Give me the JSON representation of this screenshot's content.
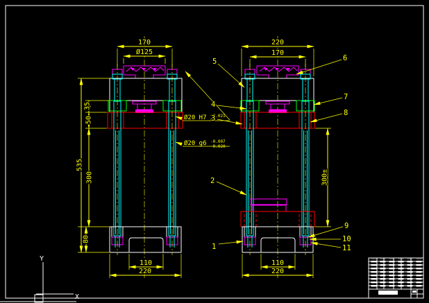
{
  "drawing": {
    "background": "#000000",
    "colors": {
      "outline": "#ffffff",
      "dimension": "#ffff00",
      "part": "#ff00ff",
      "pillar": "#00ffff",
      "plate": "#ff0000",
      "bushing": "#00ff00"
    }
  },
  "left_view": {
    "dim_pillar_spacing": "170",
    "dim_cap_diameter": "Ø125",
    "dim_total_height": "535",
    "dim_pillar_length": "300",
    "dim_pad_thickness": "35",
    "dim_plate_thickness": "50",
    "dim_base_height": "80",
    "dim_notch_width": "110",
    "dim_base_width": "220"
  },
  "right_view": {
    "dim_plate_width": "220",
    "dim_pillar_spacing": "170",
    "dim_closed_height": "300±",
    "dim_notch_width": "110",
    "dim_base_width": "220"
  },
  "fit_labels": {
    "hole_fit": "Ø20 H7",
    "hole_fit_upper": "+0.021",
    "hole_fit_lower": "0",
    "shaft_fit": "Ø20 g6",
    "shaft_fit_upper": "-0.007",
    "shaft_fit_lower": "-0.020"
  },
  "callouts": {
    "c1": "1",
    "c2": "2",
    "c3": "3",
    "c4": "4",
    "c5": "5",
    "c6": "6",
    "c7": "7",
    "c8": "8",
    "c9": "9",
    "c10": "10",
    "c11": "11"
  },
  "ucs": {
    "x_axis": "X",
    "y_axis": "Y"
  }
}
